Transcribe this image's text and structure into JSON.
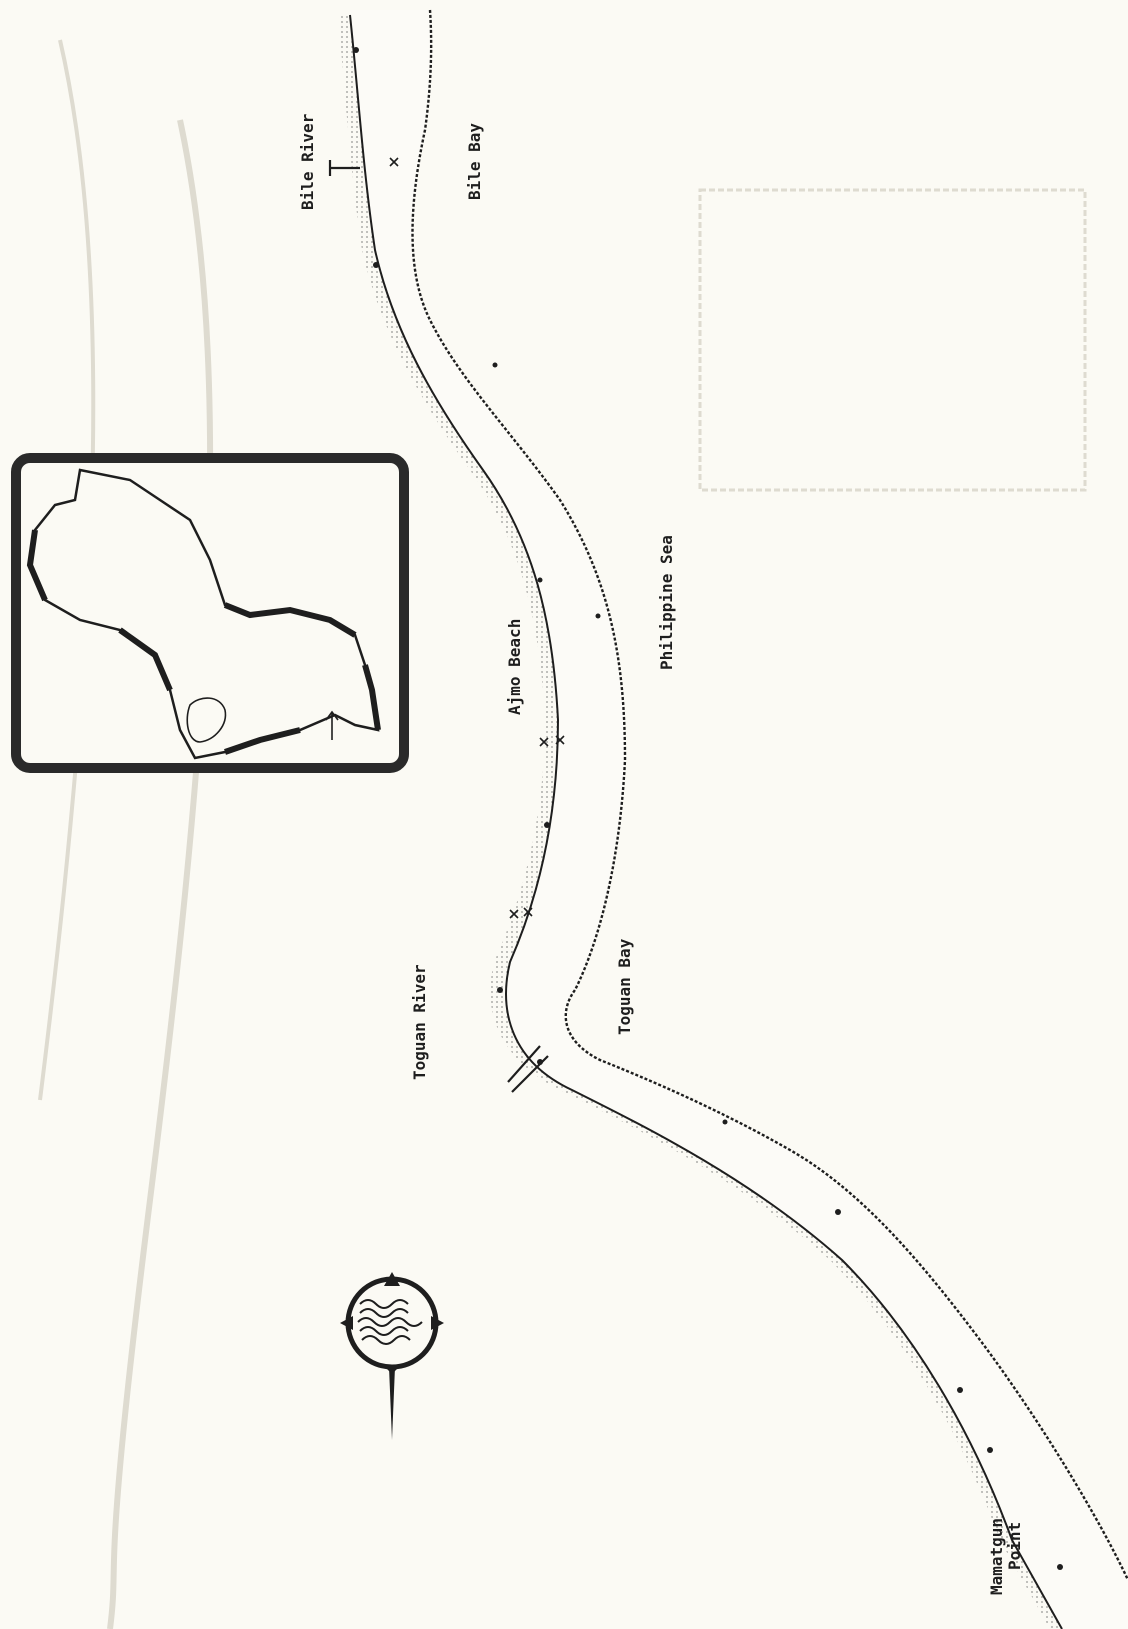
{
  "map": {
    "labels": {
      "bile_river": "Bile River",
      "bile_bay": "Bile Bay",
      "philippine_sea": "Philippine Sea",
      "ajmo_beach": "Ajmo Beach",
      "toguan_river": "Toguan River",
      "toguan_bay": "Toguan Bay",
      "mamatgun": "Mamatgun",
      "point": "Point"
    },
    "icons": {
      "compass": "compass-rose-icon",
      "locator": "island-locator-inset"
    },
    "colors": {
      "paper": "#fbfaf4",
      "ink": "#1e1e1e",
      "faint": "#d9d6cc"
    }
  }
}
